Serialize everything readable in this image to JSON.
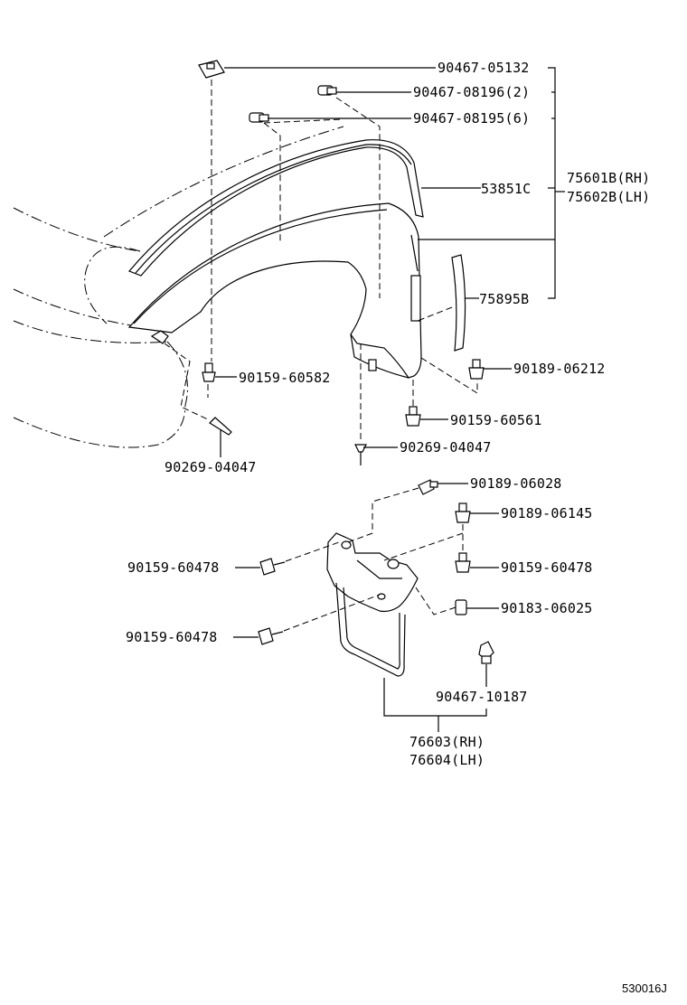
{
  "diagram": {
    "corner_code": "530016J",
    "labels": {
      "p9046705132": "90467-05132",
      "p9046708196": "90467-08196(2)",
      "p9046708195": "90467-08195(6)",
      "p53851c": "53851C",
      "p75601b": "75601B(RH)",
      "p75602b": "75602B(LH)",
      "p75895b": "75895B",
      "p9015960582": "90159-60582",
      "p9018906212": "90189-06212",
      "p9015960561": "90159-60561",
      "p9026904047_left": "90269-04047",
      "p9026904047_mid": "90269-04047",
      "p9018906028": "90189-06028",
      "p9018906145": "90189-06145",
      "p9015960478_left_top": "90159-60478",
      "p9015960478_right": "90159-60478",
      "p9018306025": "90183-06025",
      "p9015960478_left_bottom": "90159-60478",
      "p9046710187": "90467-10187",
      "p76603": "76603(RH)",
      "p76604": "76604(LH)"
    }
  }
}
